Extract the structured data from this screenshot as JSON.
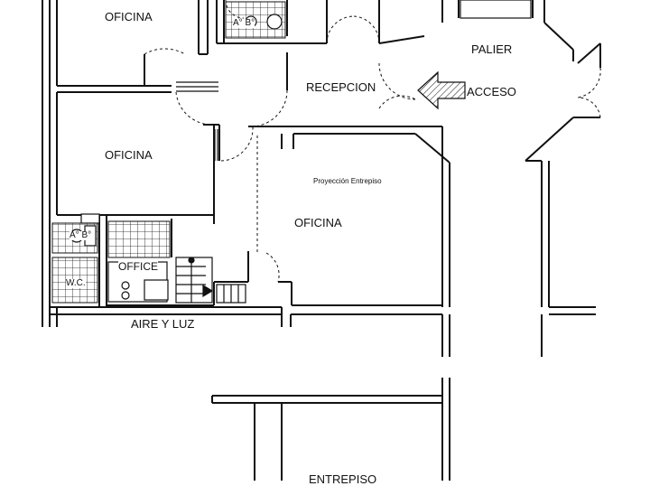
{
  "plan": {
    "labels": {
      "oficina_top": "OFICINA",
      "oficina_mid": "OFICINA",
      "oficina_main": "OFICINA",
      "recepcion": "RECEPCION",
      "palier": "PALIER",
      "acceso": "ACCESO",
      "proyeccion": "Proyección Entrepiso",
      "office": "OFFICE",
      "wc": "W.C.",
      "ab_top": "A° B°",
      "ab_left": "A° B°",
      "aire_y_luz": "AIRE Y LUZ",
      "entrepiso": "ENTREPISO"
    },
    "colors": {
      "wall": "#111111",
      "arrow_fill": "#bdbdbd",
      "background": "#ffffff"
    }
  }
}
